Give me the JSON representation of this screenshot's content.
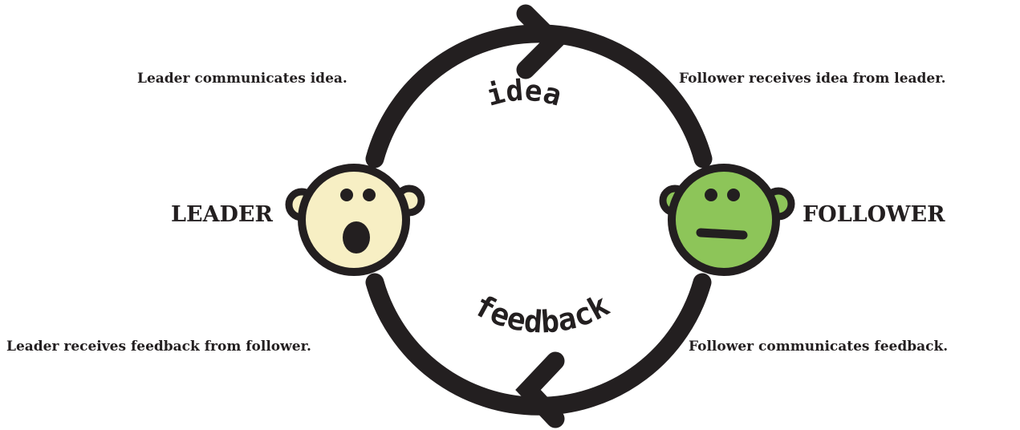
{
  "captions": {
    "top_left": "Leader communicates idea.",
    "top_right": "Follower receives idea from leader.",
    "bottom_left": "Leader receives feedback from follower.",
    "bottom_right": "Follower communicates feedback."
  },
  "roles": {
    "leader": "LEADER",
    "follower": "FOLLOWER"
  },
  "cycle_labels": {
    "top": "idea",
    "bottom": "feedback"
  },
  "colors": {
    "stroke": "#231f20",
    "leader_face": "#f7efc4",
    "follower_face": "#8dc559",
    "background": "#ffffff"
  },
  "icons": {
    "leader": "surprised-face-icon",
    "follower": "neutral-face-icon"
  }
}
